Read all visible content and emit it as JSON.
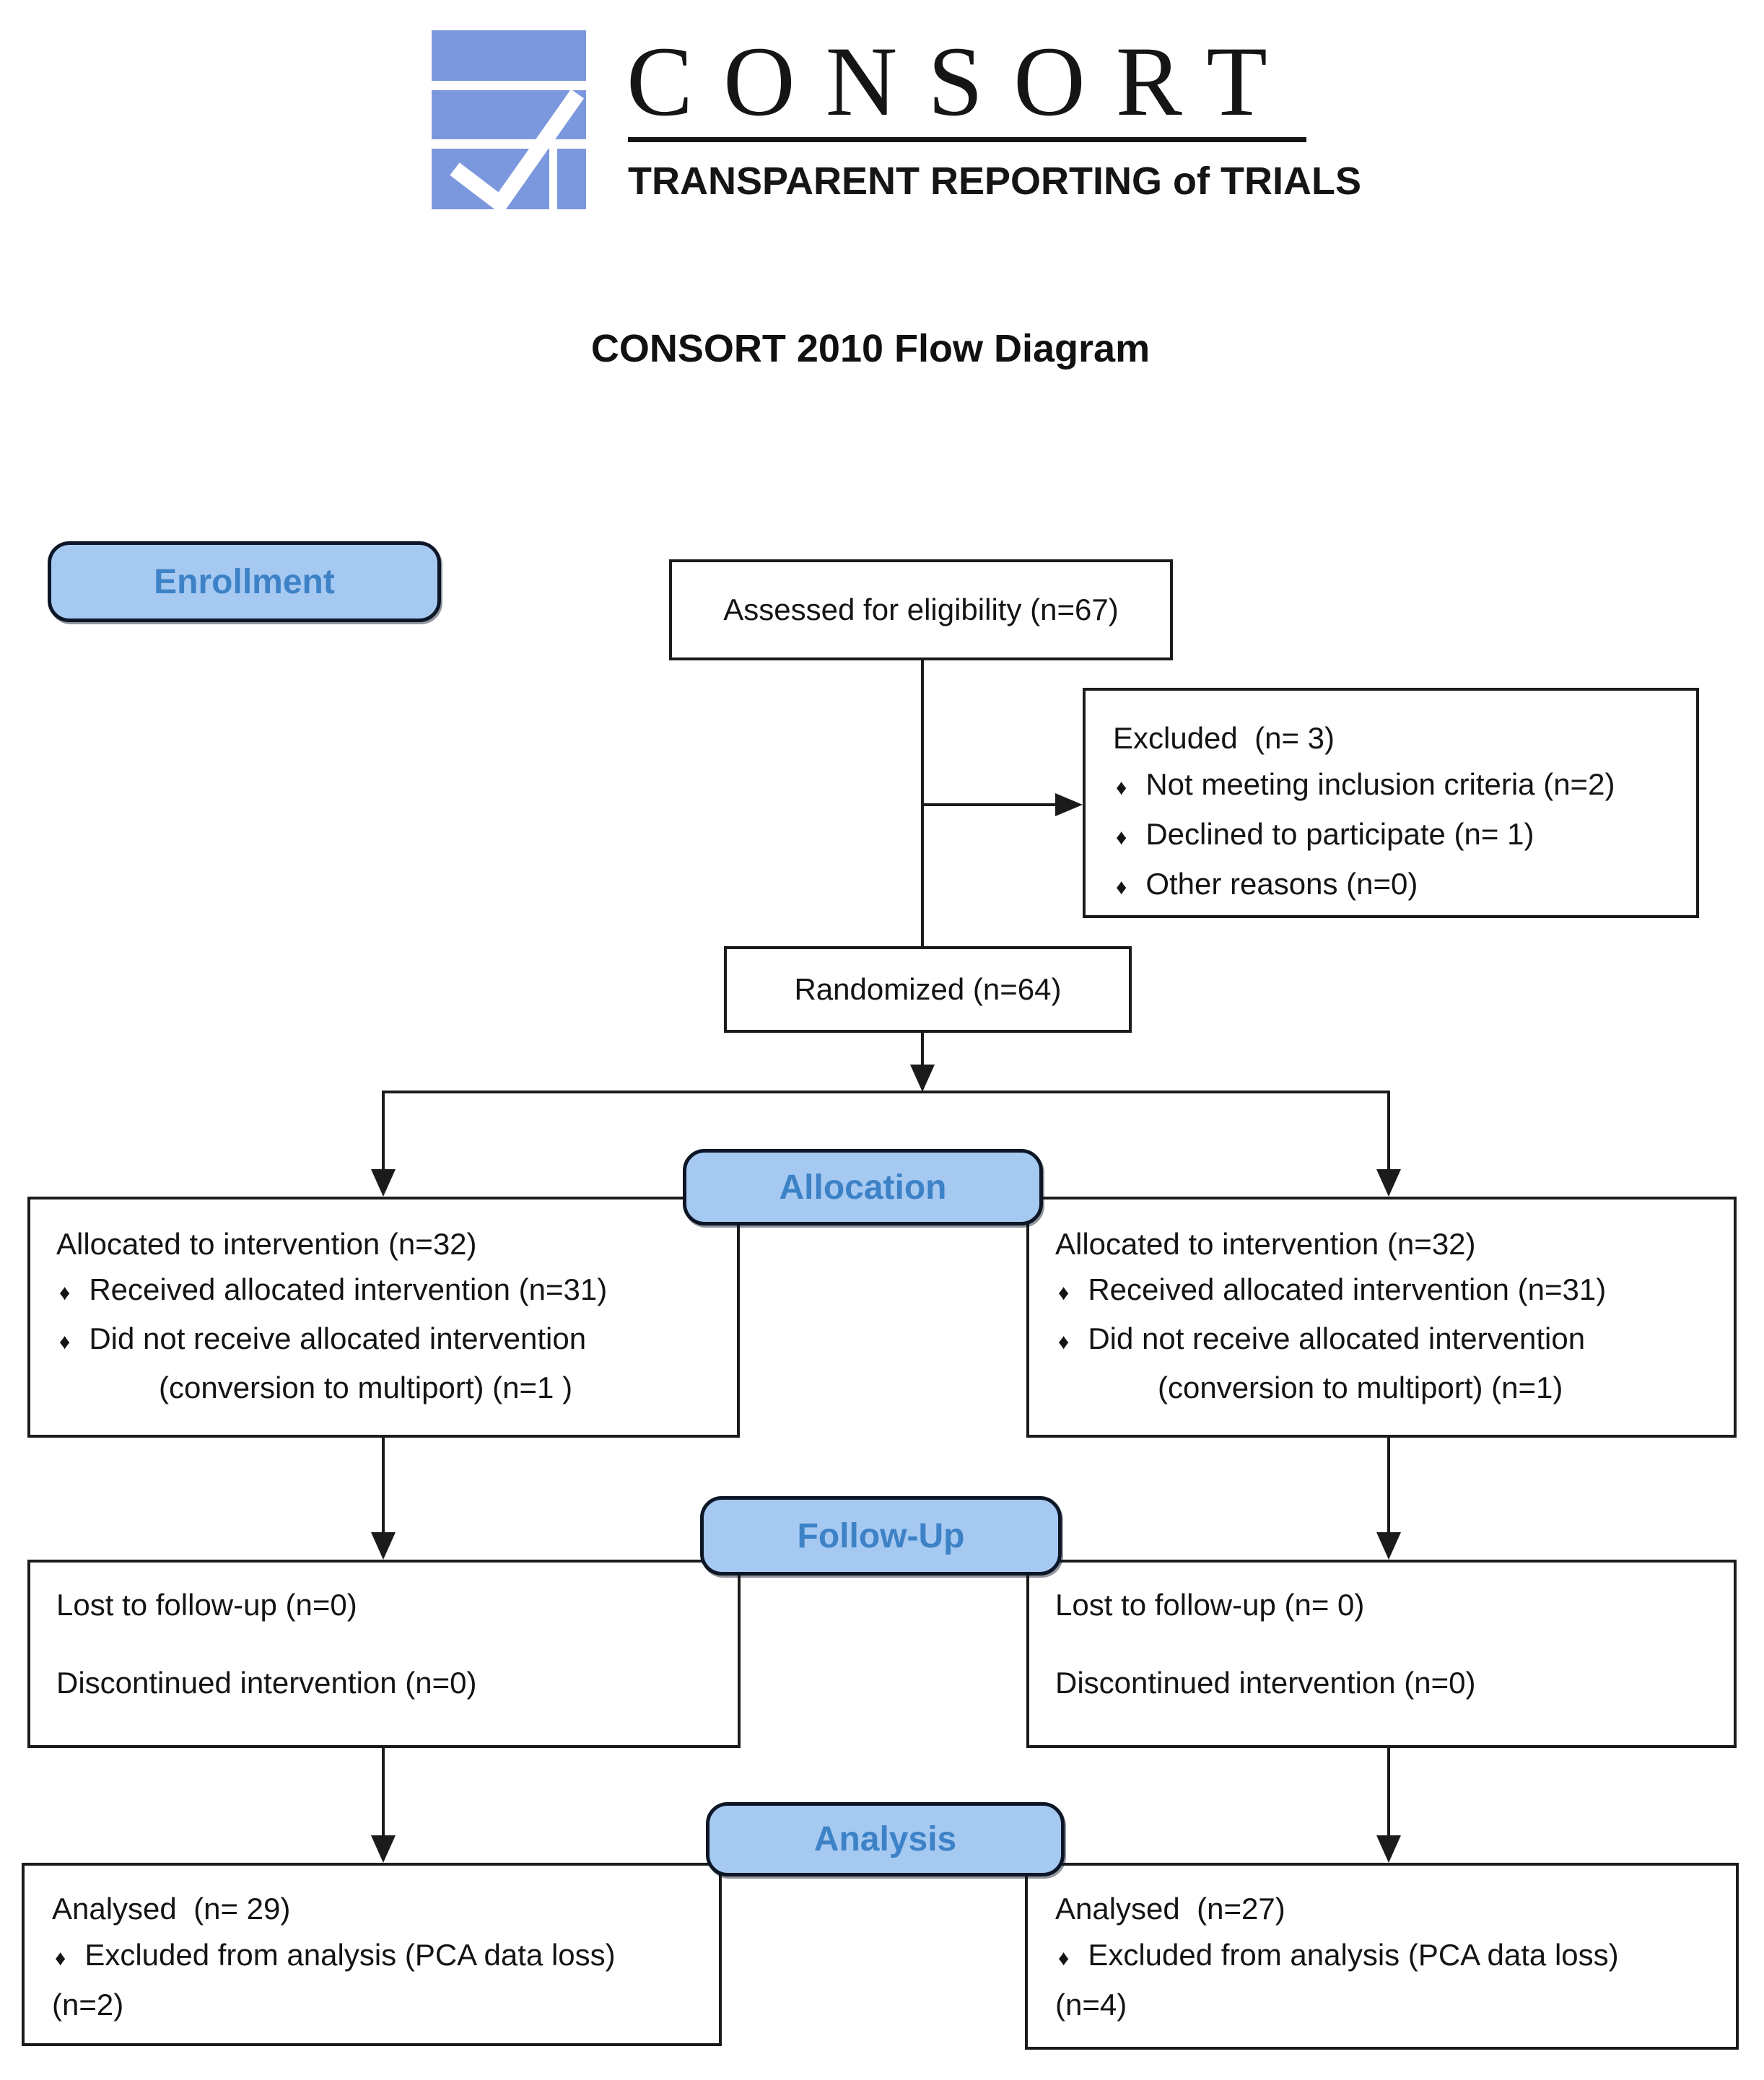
{
  "header": {
    "logo_word": "CONSORT",
    "logo_tagline": "TRANSPARENT REPORTING of TRIALS",
    "title": "CONSORT 2010 Flow Diagram"
  },
  "glyphs": {
    "bullet": "♦"
  },
  "stage_labels": {
    "enrollment": "Enrollment",
    "allocation": "Allocation",
    "follow_up": "Follow-Up",
    "analysis": "Analysis"
  },
  "boxes": {
    "assessed": {
      "text": "Assessed for eligibility (n=67)"
    },
    "excluded": {
      "title": "Excluded  (n= 3)",
      "bullets": [
        "Not meeting inclusion criteria (n=2)",
        "Declined to participate (n= 1)",
        "Other reasons (n=0)"
      ]
    },
    "randomized": {
      "text": "Randomized (n=64)"
    },
    "allocation_left": {
      "title": "Allocated to intervention (n=32)",
      "bullets": [
        "Received allocated intervention (n=31)",
        "Did not receive allocated intervention"
      ],
      "continuation": "(conversion to multiport) (n=1 )"
    },
    "allocation_right": {
      "title": "Allocated to intervention (n=32)",
      "bullets": [
        "Received allocated intervention (n=31)",
        "Did not receive allocated intervention"
      ],
      "continuation": "(conversion to multiport) (n=1)"
    },
    "followup_left": {
      "lines": [
        "Lost to follow-up (n=0)",
        "Discontinued intervention (n=0)"
      ]
    },
    "followup_right": {
      "lines": [
        "Lost to follow-up (n= 0)",
        "Discontinued intervention (n=0)"
      ]
    },
    "analysis_left": {
      "title": "Analysed  (n= 29)",
      "bullets": [
        "Excluded from analysis (PCA data loss)"
      ],
      "continuation": "(n=2)"
    },
    "analysis_right": {
      "title": "Analysed  (n=27)",
      "bullets": [
        "Excluded from analysis (PCA data loss)"
      ],
      "continuation": "(n=4)"
    }
  },
  "colors": {
    "pill_fill": "#a6c9f2",
    "pill_border": "#0c1626",
    "pill_text": "#3d82c6",
    "ink": "#1b1b1b",
    "logo_blue": "#7b97dd"
  }
}
